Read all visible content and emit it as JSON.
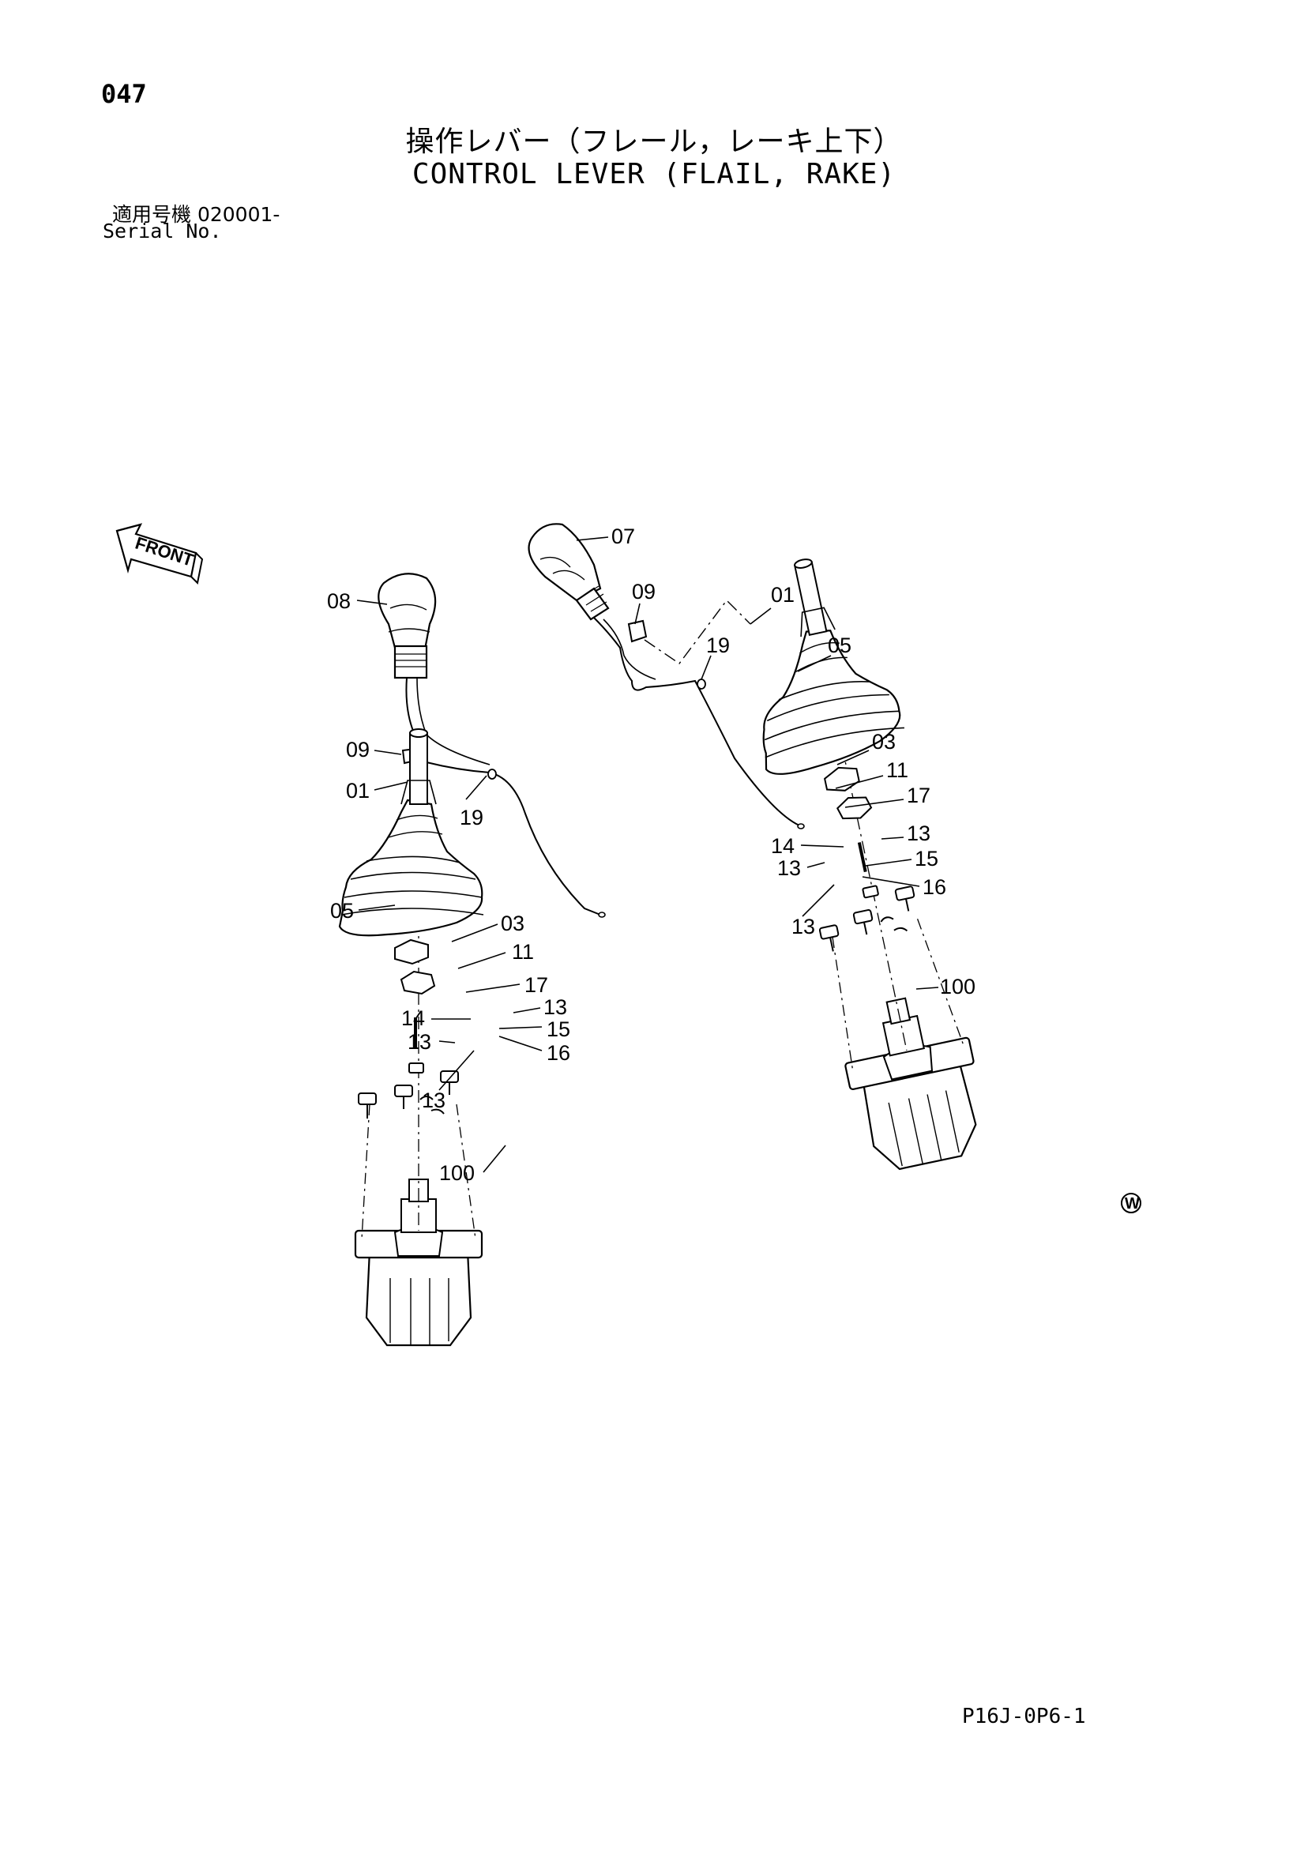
{
  "header": {
    "page_number": "047",
    "title_jp": "操作レバー（フレール，レーキ上下）",
    "title_en": "CONTROL LEVER (FLAIL, RAKE)",
    "serial_jp": "適用号機  020001-",
    "serial_en": "Serial No."
  },
  "front_indicator": "FRONT",
  "mark": "W",
  "callouts": {
    "left": [
      "08",
      "09",
      "01",
      "19",
      "05",
      "03",
      "11",
      "17",
      "13",
      "14",
      "15",
      "13",
      "16",
      "13",
      "100"
    ],
    "right": [
      "07",
      "09",
      "01",
      "05",
      "19",
      "03",
      "11",
      "17",
      "13",
      "14",
      "15",
      "13",
      "16",
      "13",
      "100"
    ]
  },
  "footer": {
    "doc_code": "P16J-0P6-1"
  }
}
